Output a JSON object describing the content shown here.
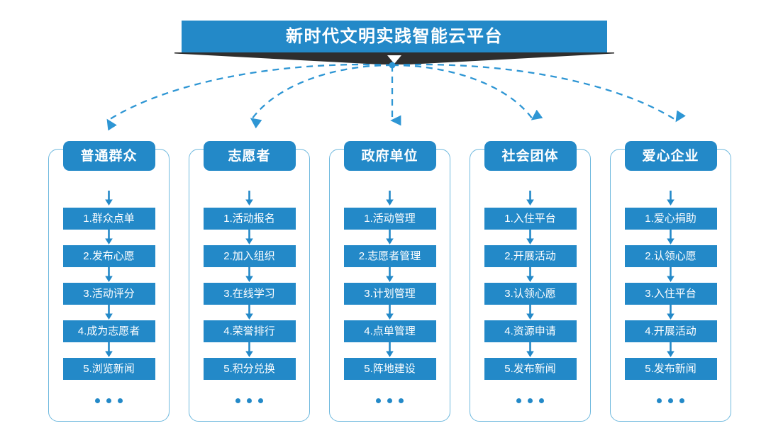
{
  "banner": {
    "title": "新时代文明实践智能云平台",
    "bg_color": "#2389c8",
    "ribbon_color": "#2e2e2e",
    "caret_icon": "down-caret-icon"
  },
  "theme": {
    "accent": "#2389c8",
    "card_border": "#6fb9de",
    "arrow": "#2389c8",
    "dashed_connector": "#2e96d4",
    "background": "#ffffff",
    "text_on_accent": "#ffffff"
  },
  "columns": [
    {
      "id": "public",
      "header": "普通群众",
      "steps": [
        "1.群众点单",
        "2.发布心愿",
        "3.活动评分",
        "4.成为志愿者",
        "5.浏览新闻"
      ],
      "more": "..."
    },
    {
      "id": "volunteer",
      "header": "志愿者",
      "steps": [
        "1.活动报名",
        "2.加入组织",
        "3.在线学习",
        "4.荣誉排行",
        "5.积分兑换"
      ],
      "more": "..."
    },
    {
      "id": "government",
      "header": "政府单位",
      "steps": [
        "1.活动管理",
        "2.志愿者管理",
        "3.计划管理",
        "4.点单管理",
        "5.阵地建设"
      ],
      "more": "..."
    },
    {
      "id": "social-group",
      "header": "社会团体",
      "steps": [
        "1.入住平台",
        "2.开展活动",
        "3.认领心愿",
        "4.资源申请",
        "5.发布新闻"
      ],
      "more": "..."
    },
    {
      "id": "charity-enterprise",
      "header": "爱心企业",
      "steps": [
        "1.爱心捐助",
        "2.认领心愿",
        "3.入住平台",
        "4.开展活动",
        "5.发布新闻"
      ],
      "more": "..."
    }
  ]
}
